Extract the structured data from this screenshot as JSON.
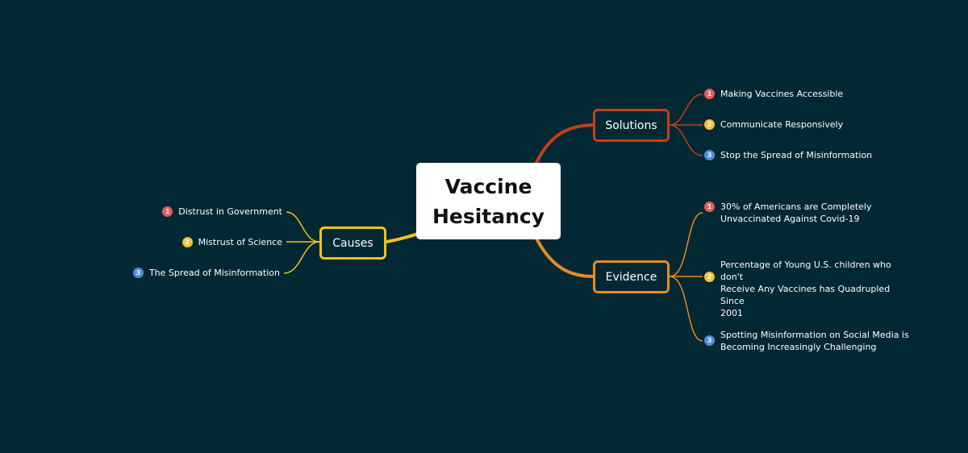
{
  "colors": {
    "background": "#022833",
    "causes": "#f2c21b",
    "solutions": "#c0401c",
    "evidence": "#e88a25",
    "priority_1": "#e85c5c",
    "priority_2": "#f0c23b",
    "priority_3": "#4d8fe0"
  },
  "central": {
    "line1": "Vaccine",
    "line2": "Hesitancy"
  },
  "causes": {
    "label": "Causes",
    "items": [
      {
        "badge": "1",
        "text": "Distrust in Government"
      },
      {
        "badge": "2",
        "text": "Mistrust of Science"
      },
      {
        "badge": "3",
        "text": "The Spread of Misinformation"
      }
    ]
  },
  "solutions": {
    "label": "Solutions",
    "items": [
      {
        "badge": "1",
        "text": "Making Vaccines Accessible"
      },
      {
        "badge": "2",
        "text": "Communicate Responsively"
      },
      {
        "badge": "3",
        "text": "Stop the Spread of Misinformation"
      }
    ]
  },
  "evidence": {
    "label": "Evidence",
    "items": [
      {
        "badge": "1",
        "line1": "30% of Americans are Completely",
        "line2": "Unvaccinated Against Covid-19"
      },
      {
        "badge": "2",
        "line1": "Percentage of Young U.S. children who don't",
        "line2": "Receive Any Vaccines has Quadrupled Since",
        "line3": "2001"
      },
      {
        "badge": "3",
        "line1": "Spotting Misinformation on Social Media is",
        "line2": "Becoming Increasingly Challenging"
      }
    ]
  }
}
